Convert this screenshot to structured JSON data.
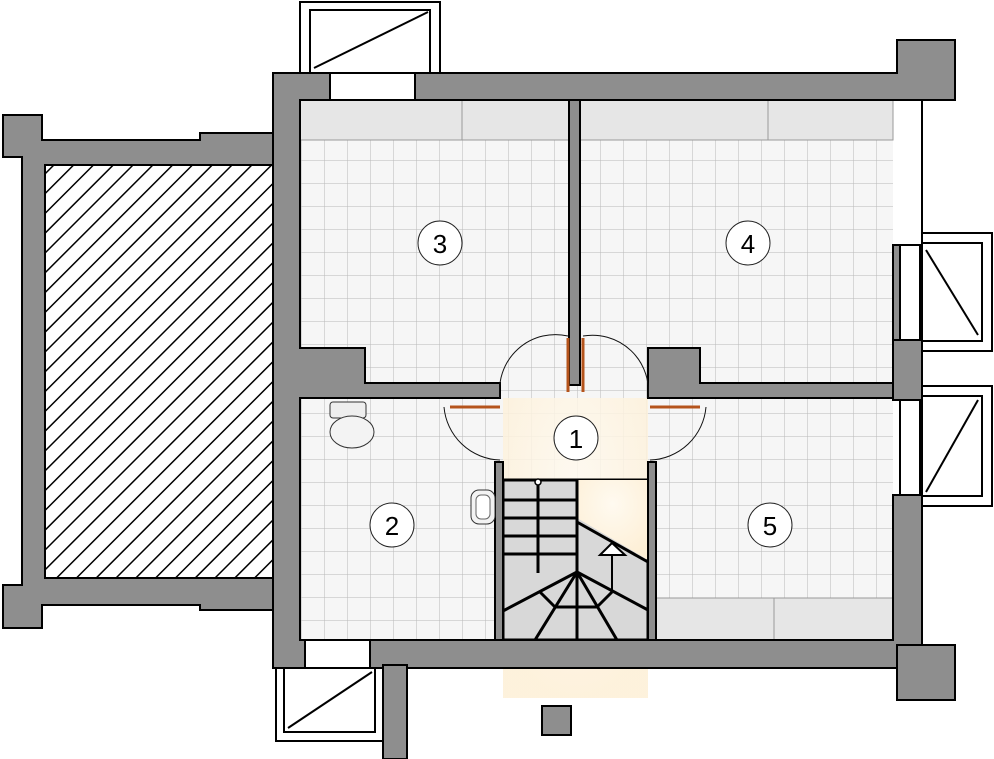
{
  "plan": {
    "rooms": [
      {
        "number": "1"
      },
      {
        "number": "2"
      },
      {
        "number": "3"
      },
      {
        "number": "4"
      },
      {
        "number": "5"
      }
    ]
  },
  "colors": {
    "wall": "#8e8e8e",
    "hall": "#fff4dc",
    "door_leaf": "#b5541c",
    "tile_line": "#b8b8b8"
  }
}
